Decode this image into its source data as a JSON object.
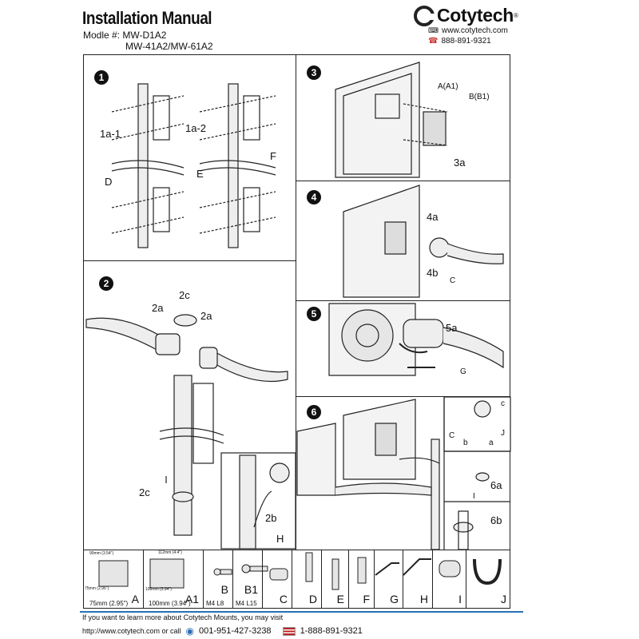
{
  "header": {
    "title": "Installation Manual",
    "model_line1": "Modle #: MW-D1A2",
    "model_line2": "MW-41A2/MW-61A2",
    "brand": "Cotytech",
    "brand_mark": "®",
    "website": "www.cotytech.com",
    "phone": "888-891-9321"
  },
  "steps": {
    "s1": "1",
    "s2": "2",
    "s3": "3",
    "s4": "4",
    "s5": "5",
    "s6": "6"
  },
  "labels": {
    "l1a1": "1a-1",
    "l1a2": "1a-2",
    "lD": "D",
    "lE": "E",
    "lF": "F",
    "l2a_left": "2a",
    "l2c_top": "2c",
    "l2a_right": "2a",
    "l2c_bottom": "2c",
    "l2b": "2b",
    "lH": "H",
    "lA_A1": "A(A1)",
    "lB_B1": "B(B1)",
    "l3a": "3a",
    "l4a": "4a",
    "l4b": "4b",
    "lC4": "C",
    "l5a": "5a",
    "lG": "G",
    "lc_small": "c",
    "lC6": "C",
    "lJ": "J",
    "lb": "b",
    "la": "a",
    "l6a": "6a",
    "lI": "I",
    "l6b": "6b"
  },
  "parts": [
    {
      "letter": "A",
      "size": "75mm (2.95\")"
    },
    {
      "letter": "A1",
      "size": "100mm (3.94\")"
    },
    {
      "letter": "B",
      "size": "M4 L8"
    },
    {
      "letter": "B1",
      "size": "M4 L15"
    },
    {
      "letter": "C",
      "size": ""
    },
    {
      "letter": "D",
      "size": ""
    },
    {
      "letter": "E",
      "size": ""
    },
    {
      "letter": "F",
      "size": ""
    },
    {
      "letter": "G",
      "size": ""
    },
    {
      "letter": "H",
      "size": ""
    },
    {
      "letter": "I",
      "size": ""
    },
    {
      "letter": "J",
      "size": ""
    }
  ],
  "plate_dims": {
    "a_top": "90mm (3.54\")",
    "a_side": "75mm (2.95\")",
    "a1_top": "112mm (4.4\")",
    "a1_side": "100mm (3.94\")"
  },
  "footer": {
    "line1": "If you want to learn more about Cotytech Mounts, you may visit",
    "line2": "http://www.cotytech.com or call",
    "phone_intl": "001-951-427-3238",
    "phone_us": "1-888-891-9321"
  },
  "colors": {
    "rule": "#2a6eb5",
    "ink": "#222222"
  }
}
